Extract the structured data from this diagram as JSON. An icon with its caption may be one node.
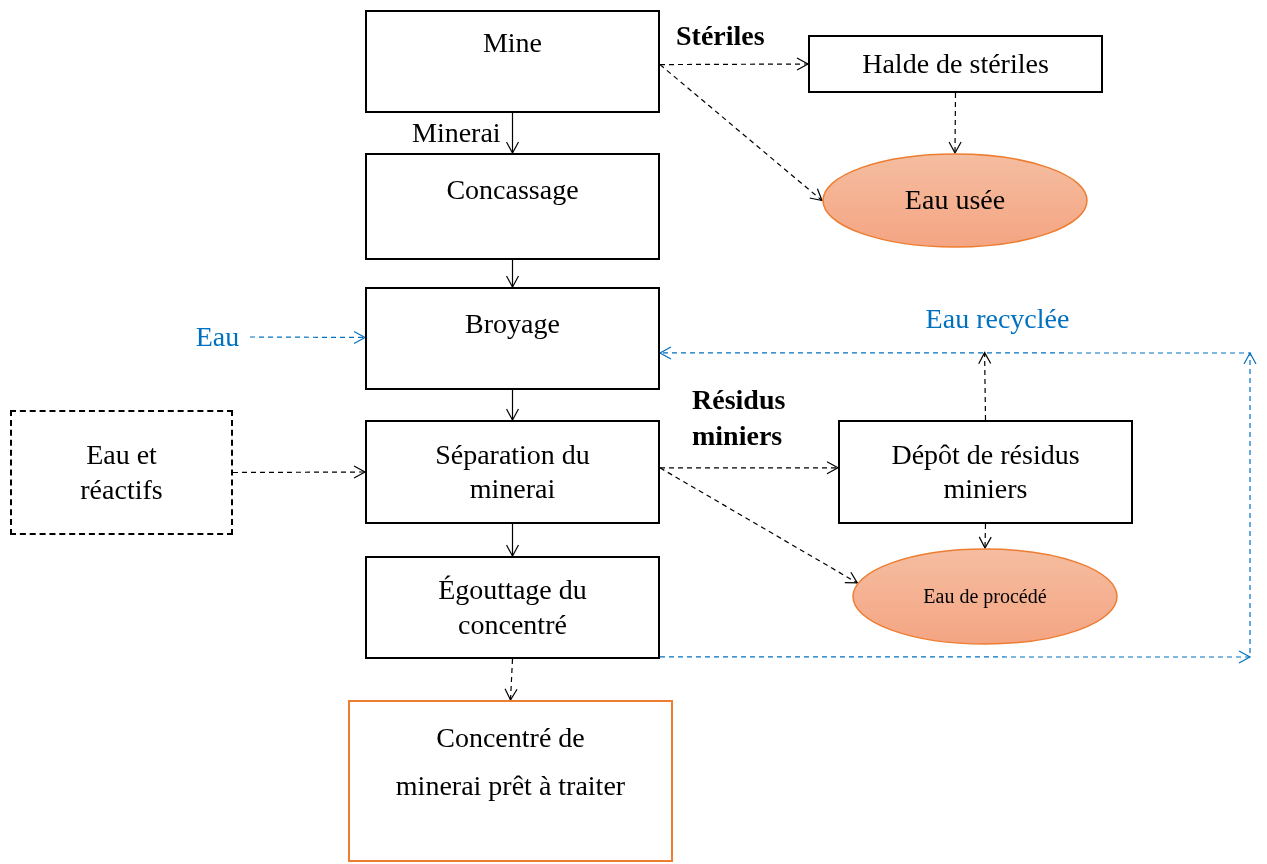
{
  "diagram": {
    "nodes": [
      {
        "text": [
          "Mine"
        ]
      },
      {
        "text": [
          "Concassage"
        ]
      },
      {
        "text": [
          "Broyage"
        ]
      },
      {
        "text": [
          "Eau et réactifs"
        ]
      },
      {
        "text": [
          "Séparation du minerai"
        ]
      },
      {
        "text": [
          "Égouttage du concentré"
        ]
      },
      {
        "text": [
          "Concentré de minerai prêt à traiter"
        ]
      },
      {
        "text": [
          "Halde de stériles"
        ]
      },
      {
        "text": [
          "Eau usée"
        ]
      },
      {
        "text": [
          "Dépôt de résidus miniers"
        ]
      },
      {
        "text": [
          "Eau de procédé"
        ]
      },
      {
        "text": [
          "Eau"
        ]
      },
      {
        "text": [
          "Eau recyclée"
        ]
      }
    ],
    "edges": [
      {
        "from": 0,
        "to": 1,
        "arrow": "to",
        "label": "Minerai"
      },
      {
        "from": 1,
        "to": 2,
        "arrow": "to"
      },
      {
        "from": 2,
        "to": 4,
        "arrow": "to"
      },
      {
        "from": 4,
        "to": 5,
        "arrow": "to"
      },
      {
        "from": 5,
        "to": 6,
        "arrow": "to",
        "style": "dashed"
      },
      {
        "from": 0,
        "to": 7,
        "arrow": "to",
        "style": "dashed",
        "label": "Stériles"
      },
      {
        "from": 0,
        "to": 8,
        "arrow": "to",
        "style": "dashed"
      },
      {
        "from": 7,
        "to": 8,
        "arrow": "to",
        "style": "dashed"
      },
      {
        "from": 11,
        "to": 2,
        "arrow": "to",
        "style": "dashed",
        "color": "#0070c0"
      },
      {
        "from": 3,
        "to": 4,
        "arrow": "to",
        "style": "dashed"
      },
      {
        "from": 4,
        "to": 9,
        "arrow": "to",
        "style": "dashed",
        "label": "Résidus miniers"
      },
      {
        "from": 4,
        "to": 10,
        "arrow": "to",
        "style": "dashed"
      },
      {
        "from": 9,
        "to": 10,
        "arrow": "to",
        "style": "dashed"
      },
      {
        "from": 9,
        "to": 12,
        "arrow": "to",
        "style": "dashed"
      },
      {
        "from": 5,
        "to": 2,
        "arrow": "to",
        "style": "dashed",
        "color": "#0070c0"
      }
    ]
  }
}
